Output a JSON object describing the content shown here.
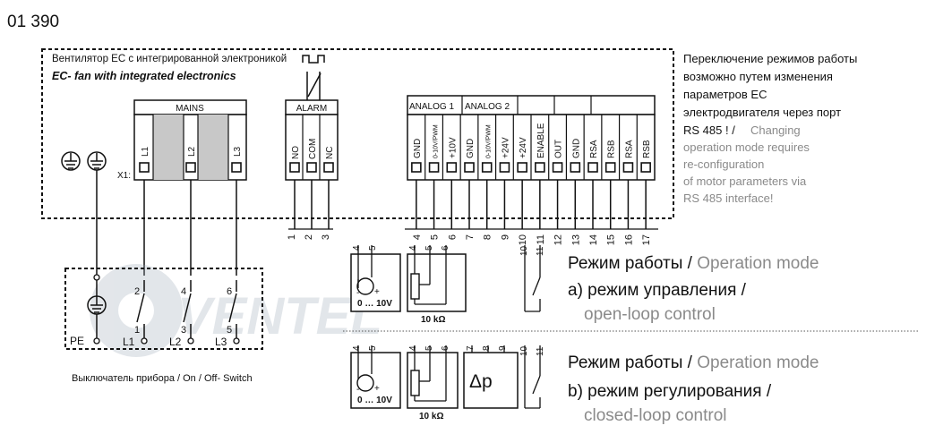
{
  "header": {
    "code": "01 390"
  },
  "box": {
    "title_ru": "Вентилятор ЕС с интегрированной электроникой",
    "title_en": "EC- fan with integrated electronics",
    "x1": "X1:"
  },
  "mains": {
    "label": "MAINS",
    "pins": [
      "L1",
      "L2",
      "L3"
    ]
  },
  "alarm": {
    "label": "ALARM",
    "pins": [
      "NO",
      "COM",
      "NC"
    ],
    "numbers": [
      "1",
      "2",
      "3"
    ]
  },
  "analog1": {
    "label": "ANALOG 1"
  },
  "analog2": {
    "label": "ANALOG 2"
  },
  "signal_pins": [
    "GND",
    "0-10V/PWM",
    "+10V",
    "GND",
    "0-10V/PWM",
    "+24V",
    "+24V",
    "ENABLE",
    "OUT",
    "GND",
    "RSA",
    "RSB",
    "RSA",
    "RSB"
  ],
  "signal_numbers": [
    "4",
    "5",
    "6",
    "7",
    "8",
    "9",
    "10",
    "11",
    "12",
    "13",
    "14",
    "15",
    "16",
    "17"
  ],
  "note": {
    "ru": [
      "Переключение режимов работы",
      "возможно путем изменения",
      "параметров ЕС",
      "электродвигателя через порт",
      "RS  485 ! /"
    ],
    "en_inline": "Changing",
    "en": [
      "operation mode requires",
      "re-configuration",
      "of motor parameters via",
      "RS 485 interface!"
    ]
  },
  "switch": {
    "pe": "PE",
    "lines": [
      "L1",
      "L2",
      "L3"
    ],
    "top_nums": [
      "2",
      "4",
      "6"
    ],
    "bot_nums": [
      "1",
      "3",
      "5"
    ],
    "caption": "Выключатель прибора / On / Off- Switch"
  },
  "watermark": "VENTEL",
  "modes": {
    "a": {
      "title_ru": "Режим работы / ",
      "title_en": "Operation mode",
      "line_ru": "а) режим управления /",
      "line_en": "open-loop control"
    },
    "b": {
      "title_ru": "Режим работы / ",
      "title_en": "Operation mode",
      "line_ru": "b) режим регулирования /",
      "line_en": "closed-loop control"
    }
  },
  "components": {
    "voltage": "0 … 10V",
    "resistor": "10 kΩ",
    "dp": "Δp",
    "minus": "-",
    "plus": "+"
  },
  "mode_pins": {
    "a1": [
      "4",
      "5"
    ],
    "a2": [
      "4",
      "5",
      "6"
    ],
    "a3": [
      "10",
      "11"
    ],
    "b1": [
      "4",
      "5"
    ],
    "b2": [
      "4",
      "5",
      "6"
    ],
    "b3": [
      "7",
      "8",
      "9"
    ],
    "b4": [
      "10",
      "11"
    ]
  }
}
